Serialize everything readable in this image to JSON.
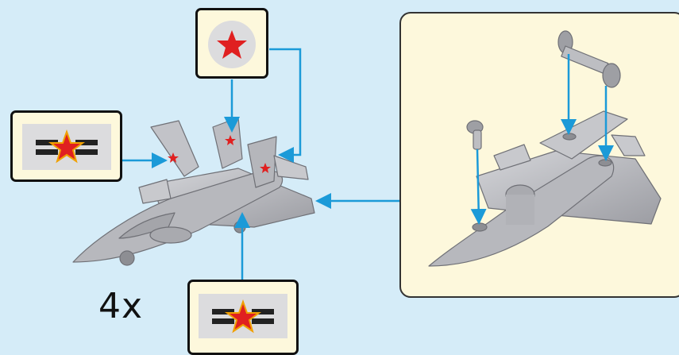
{
  "diagram": {
    "count_label": "4x",
    "decal_icons": [
      "red-star-roundel-decal",
      "star-and-bars-insignia-decal"
    ],
    "colors": {
      "background": "#d5ecf8",
      "callout_fill": "#fdf8dc",
      "arrow": "#1b9ad8",
      "star": "#e02020",
      "star_outline": "#f0a000",
      "part_gray": "#b8b9be",
      "part_dark": "#7d7e84"
    }
  }
}
